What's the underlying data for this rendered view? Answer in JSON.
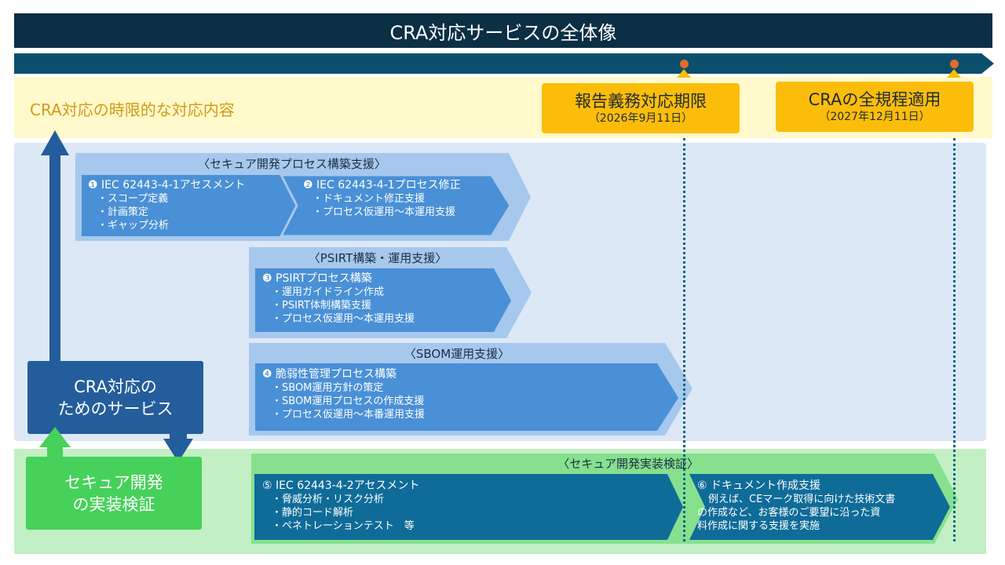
{
  "title": "CRA対応サービスの全体像",
  "timeline": {
    "label": "CRA対応の時限的な対応内容",
    "milestones": [
      {
        "title": "報告義務対応期限",
        "date": "（2026年9月11日）"
      },
      {
        "title": "CRAの全規程適用",
        "date": "（2027年12月11日）"
      }
    ]
  },
  "side_boxes": {
    "services": "CRA対応の\nためのサービス",
    "services_line1": "CRA対応の",
    "services_line2": "ためのサービス",
    "impl_line1": "セキュア開発",
    "impl_line2": "の実装検証"
  },
  "groups": [
    {
      "label": "〈セキュア開発プロセス構築支援〉",
      "items": [
        {
          "heading": "❶ IEC 62443-4-1アセスメント",
          "bullets": [
            "・スコープ定義",
            "・計画策定",
            "・ギャップ分析"
          ]
        },
        {
          "heading": "❷ IEC 62443-4-1プロセス修正",
          "bullets": [
            "・ドキュメント修正支援",
            "・プロセス仮運用～本運用支援"
          ]
        }
      ]
    },
    {
      "label": "〈PSIRT構築・運用支援〉",
      "items": [
        {
          "heading": "❸ PSIRTプロセス構築",
          "bullets": [
            "・運用ガイドライン作成",
            "・PSIRT体制構築支援",
            "・プロセス仮運用～本運用支援"
          ]
        }
      ]
    },
    {
      "label": "〈SBOM運用支援〉",
      "items": [
        {
          "heading": "❹ 脆弱性管理プロセス構築",
          "bullets": [
            "・SBOM運用方針の策定",
            "・SBOM運用プロセスの作成支援",
            "・プロセス仮運用～本番運用支援"
          ]
        }
      ]
    },
    {
      "label": "〈セキュア開発実装検証〉",
      "items": [
        {
          "heading": "⑤ IEC 62443-4-2アセスメント",
          "bullets": [
            "・脅威分析・リスク分析",
            "・静的コード解析",
            "・ペネトレーションテスト　等"
          ]
        },
        {
          "heading": "⑥ ドキュメント作成支援",
          "bullets": [
            "例えば、CEマーク取得に向けた技術文書",
            "の作成など、お客様のご要望に沿った資",
            "料作成に関する支援を実施"
          ]
        }
      ]
    }
  ],
  "colors": {
    "title_bg": "#0b2f45",
    "timeline": "#0b4f6c",
    "milestone": "#fcbd0a",
    "milestone_dot": "#e26a2c",
    "blue_band": "#dce8f5",
    "green_band": "#c2efc4",
    "group_blue": "#a6c8ec",
    "item_blue": "#4a90d6",
    "group_green": "#86e08e",
    "item_teal": "#0f6c98",
    "services_box": "#245d9b",
    "impl_box": "#46d15a"
  }
}
